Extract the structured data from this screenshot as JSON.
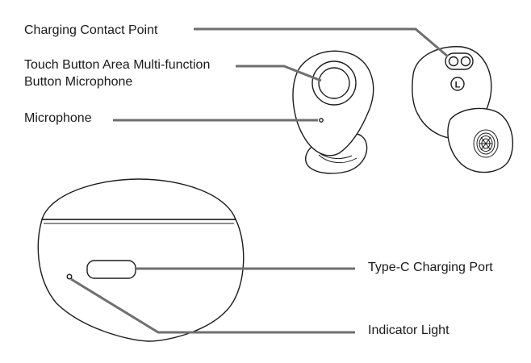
{
  "labels": {
    "charging_contact": "Charging Contact Point",
    "touch_line1": "Touch Button Area Multi-function",
    "touch_line2": "Button Microphone",
    "microphone": "Microphone",
    "type_c": "Type-C Charging Port",
    "indicator": "Indicator Light",
    "earbud_side_marker": "L"
  },
  "colors": {
    "line_art": "#1c1c1c",
    "leader_lines": "#6f6f6f",
    "background": "#ffffff"
  }
}
